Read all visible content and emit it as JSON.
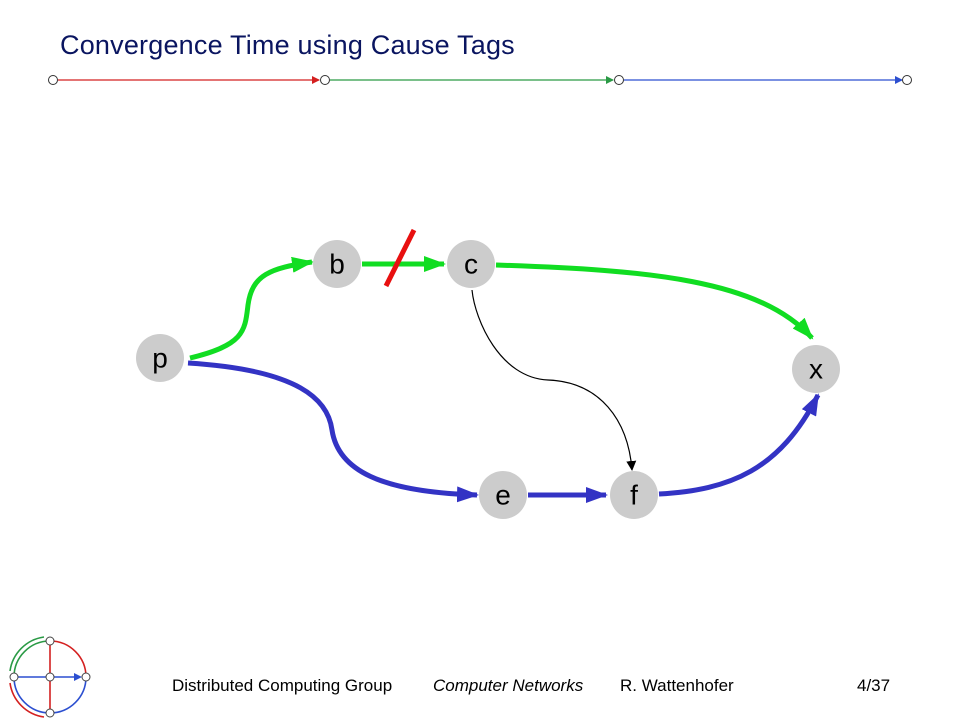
{
  "slide": {
    "title": "Convergence Time using Cause Tags"
  },
  "colors": {
    "title": "#0a1560",
    "header_segments": [
      "#d42020",
      "#2a9a45",
      "#2c4fd0"
    ],
    "path_green": "#11dd22",
    "path_blue": "#3333c4",
    "cause_edge": "#000000",
    "failure_mark": "#e81010",
    "node_fill": "#cccccc"
  },
  "diagram": {
    "nodes": [
      {
        "id": "p",
        "label": "p"
      },
      {
        "id": "b",
        "label": "b"
      },
      {
        "id": "c",
        "label": "c"
      },
      {
        "id": "x",
        "label": "x"
      },
      {
        "id": "e",
        "label": "e"
      },
      {
        "id": "f",
        "label": "f"
      }
    ],
    "edges": [
      {
        "from": "p",
        "to": "b",
        "kind": "green-path"
      },
      {
        "from": "b",
        "to": "c",
        "kind": "green-path",
        "failed": true
      },
      {
        "from": "c",
        "to": "x",
        "kind": "green-path"
      },
      {
        "from": "p",
        "to": "e",
        "kind": "blue-path"
      },
      {
        "from": "e",
        "to": "f",
        "kind": "blue-path"
      },
      {
        "from": "f",
        "to": "x",
        "kind": "blue-path"
      },
      {
        "from": "c",
        "to": "f",
        "kind": "cause-tag"
      }
    ]
  },
  "footer": {
    "group": "Distributed Computing Group",
    "course": "Computer Networks",
    "author": "R. Wattenhofer",
    "page": "4/37"
  },
  "icons": {
    "logo": "distributed-computing-group-logo-icon"
  }
}
